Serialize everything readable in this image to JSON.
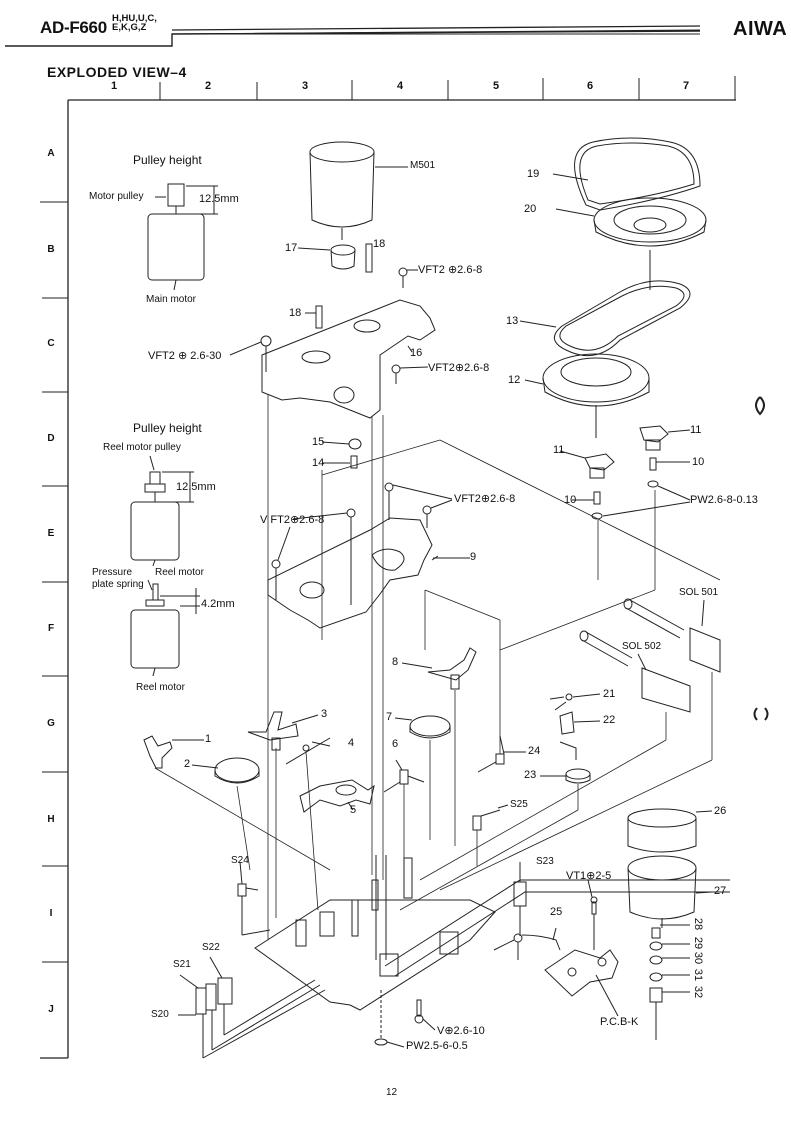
{
  "header": {
    "model": "AD-F660",
    "variants_line1": "H,HU,U,C,",
    "variants_line2": "E,K,G,Z",
    "brand": "AIWA"
  },
  "title": "EXPLODED VIEW–4",
  "grid": {
    "columns": [
      "1",
      "2",
      "3",
      "4",
      "5",
      "6",
      "7"
    ],
    "rows": [
      "A",
      "B",
      "C",
      "D",
      "E",
      "F",
      "G",
      "H",
      "I",
      "J"
    ]
  },
  "inset_main_motor": {
    "title": "Pulley height",
    "pulley_label": "Motor pulley",
    "dimension": "12.5mm",
    "motor_label": "Main motor"
  },
  "inset_reel_motor": {
    "title": "Pulley height",
    "pulley_label": "Reel motor pulley",
    "dimension_1": "12.5mm",
    "motor_label_1": "Reel motor",
    "spring_label_line1": "Pressure",
    "spring_label_line2": "plate spring",
    "dimension_2": "4.2mm",
    "motor_label_2": "Reel motor"
  },
  "part_labels": {
    "m501": "M501",
    "p17": "17",
    "p18a": "18",
    "p18b": "18",
    "screw_vft_26_8_a": "VFT2 ⊕2.6-8",
    "screw_vft_26_30": "VFT2 ⊕ 2.6-30",
    "p16": "16",
    "screw_vft_26_8_b": "VFT2⊕2.6-8",
    "p15": "15",
    "p14": "14",
    "screw_vft_26_8_c": "VFT2⊕2.6-8",
    "screw_vft_26_8_d": "V FT2⊕2.6-8",
    "p9": "9",
    "p19": "19",
    "p20": "20",
    "p13": "13",
    "p12": "12",
    "p11a": "11",
    "p11b": "11",
    "p10a": "10",
    "p10b": "10",
    "pw_26_8": "PW2.6-8-0.13",
    "sol501": "SOL 501",
    "sol502": "SOL 502",
    "p8": "8",
    "p7": "7",
    "p6": "6",
    "p3": "3",
    "p1": "1",
    "p2": "2",
    "p4": "4",
    "p5": "5",
    "p21": "21",
    "p22": "22",
    "p23": "23",
    "p24": "24",
    "s25": "S25",
    "p26": "26",
    "p27": "27",
    "s24": "S24",
    "s23": "S23",
    "screw_vt1": "VT1⊕2-5",
    "p25": "25",
    "s22": "S22",
    "s21": "S21",
    "s20": "S20",
    "screw_v_26_10": "V⊕2.6-10",
    "pw_25_6": "PW2.5-6-0.5",
    "pcb_k": "P.C.B-K",
    "p28": "28",
    "p29": "29",
    "p30": "30",
    "p31": "31",
    "p32": "32"
  },
  "page_number": "12"
}
